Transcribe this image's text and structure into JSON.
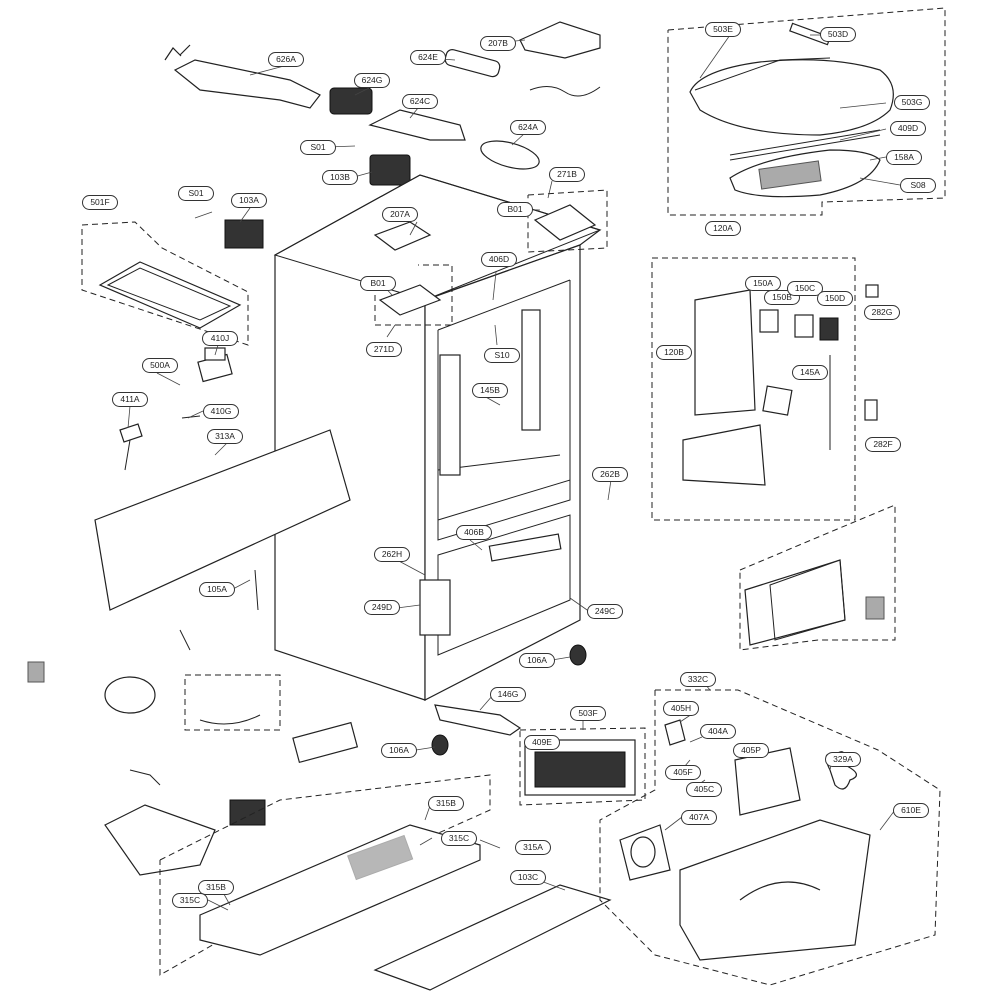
{
  "diagram": {
    "labels": {
      "l626A": "626A",
      "l624G": "624G",
      "l624E": "624E",
      "l207B": "207B",
      "l624C": "624C",
      "l624A": "624A",
      "lS01a": "S01",
      "l103B": "103B",
      "l271B": "271B",
      "lB01a": "B01",
      "l503E": "503E",
      "l503D": "503D",
      "l503G": "503G",
      "l409D": "409D",
      "l158A": "158A",
      "lS08": "S08",
      "l501F": "501F",
      "lS01b": "S01",
      "l103A": "103A",
      "l207A": "207A",
      "l406D": "406D",
      "lB01b": "B01",
      "l271D": "271D",
      "l120A": "120A",
      "l150A": "150A",
      "l150B": "150B",
      "l150C": "150C",
      "l150D": "150D",
      "l282G": "282G",
      "l120B": "120B",
      "l145A": "145A",
      "l282F": "282F",
      "l410J": "410J",
      "lS10": "S10",
      "l500A": "500A",
      "l145B": "145B",
      "l411A": "411A",
      "l410G": "410G",
      "l313A": "313A",
      "l262B": "262B",
      "l406B": "406B",
      "l262H": "262H",
      "l105A": "105A",
      "l249D": "249D",
      "l249C": "249C",
      "l106Aa": "106A",
      "l146G": "146G",
      "l503F": "503F",
      "l409E": "409E",
      "l332C": "332C",
      "l405H": "405H",
      "l404A": "404A",
      "l405P": "405P",
      "l405F": "405F",
      "l405C": "405C",
      "l329A": "329A",
      "l407A": "407A",
      "l610E": "610E",
      "l106Ab": "106A",
      "l315B": "315B",
      "l315C": "315C",
      "l315A": "315A",
      "l103C": "103C",
      "l315Bb": "315B",
      "l315Cb": "315C"
    }
  }
}
